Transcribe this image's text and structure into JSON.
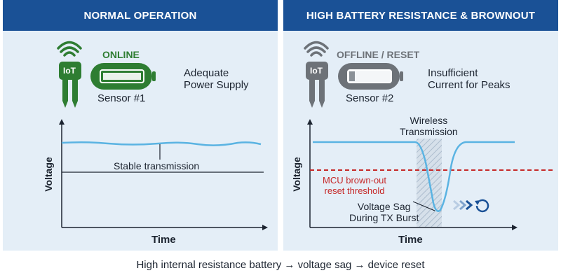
{
  "colors": {
    "header_bg": "#1a5196",
    "panel_bg": "#e4eef7",
    "signal_line": "#5ab3e2",
    "online_green": "#2e7d32",
    "offline_gray": "#6d7278",
    "threshold_red": "#c62828",
    "arrow_blue": "#1a5196"
  },
  "left": {
    "header": "NORMAL OPERATION",
    "device_label": "IoT",
    "status": "ONLINE",
    "sensor_name": "Sensor #1",
    "description": "Adequate\nPower Supply",
    "annotation": "Stable transmission",
    "ylabel": "Voltage",
    "xlabel": "Time",
    "icons": [
      "wifi-icon",
      "iot-sensor-icon",
      "battery-full-icon"
    ]
  },
  "right": {
    "header": "HIGH BATTERY RESISTANCE & BROWNOUT",
    "device_label": "IoT",
    "status": "OFFLINE / RESET",
    "sensor_name": "Sensor #2",
    "description": "Insufficient\nCurrent for Peaks",
    "tx_label": "Wireless\nTransmission",
    "threshold_label": "MCU brown-out\nreset threshold",
    "sag_label": "Voltage Sag\nDuring TX Burst",
    "ylabel": "Voltage",
    "xlabel": "Time",
    "icons": [
      "wifi-icon",
      "iot-sensor-icon",
      "battery-low-icon",
      "reset-icon"
    ]
  },
  "caption": "High internal resistance battery → voltage sag → device reset"
}
